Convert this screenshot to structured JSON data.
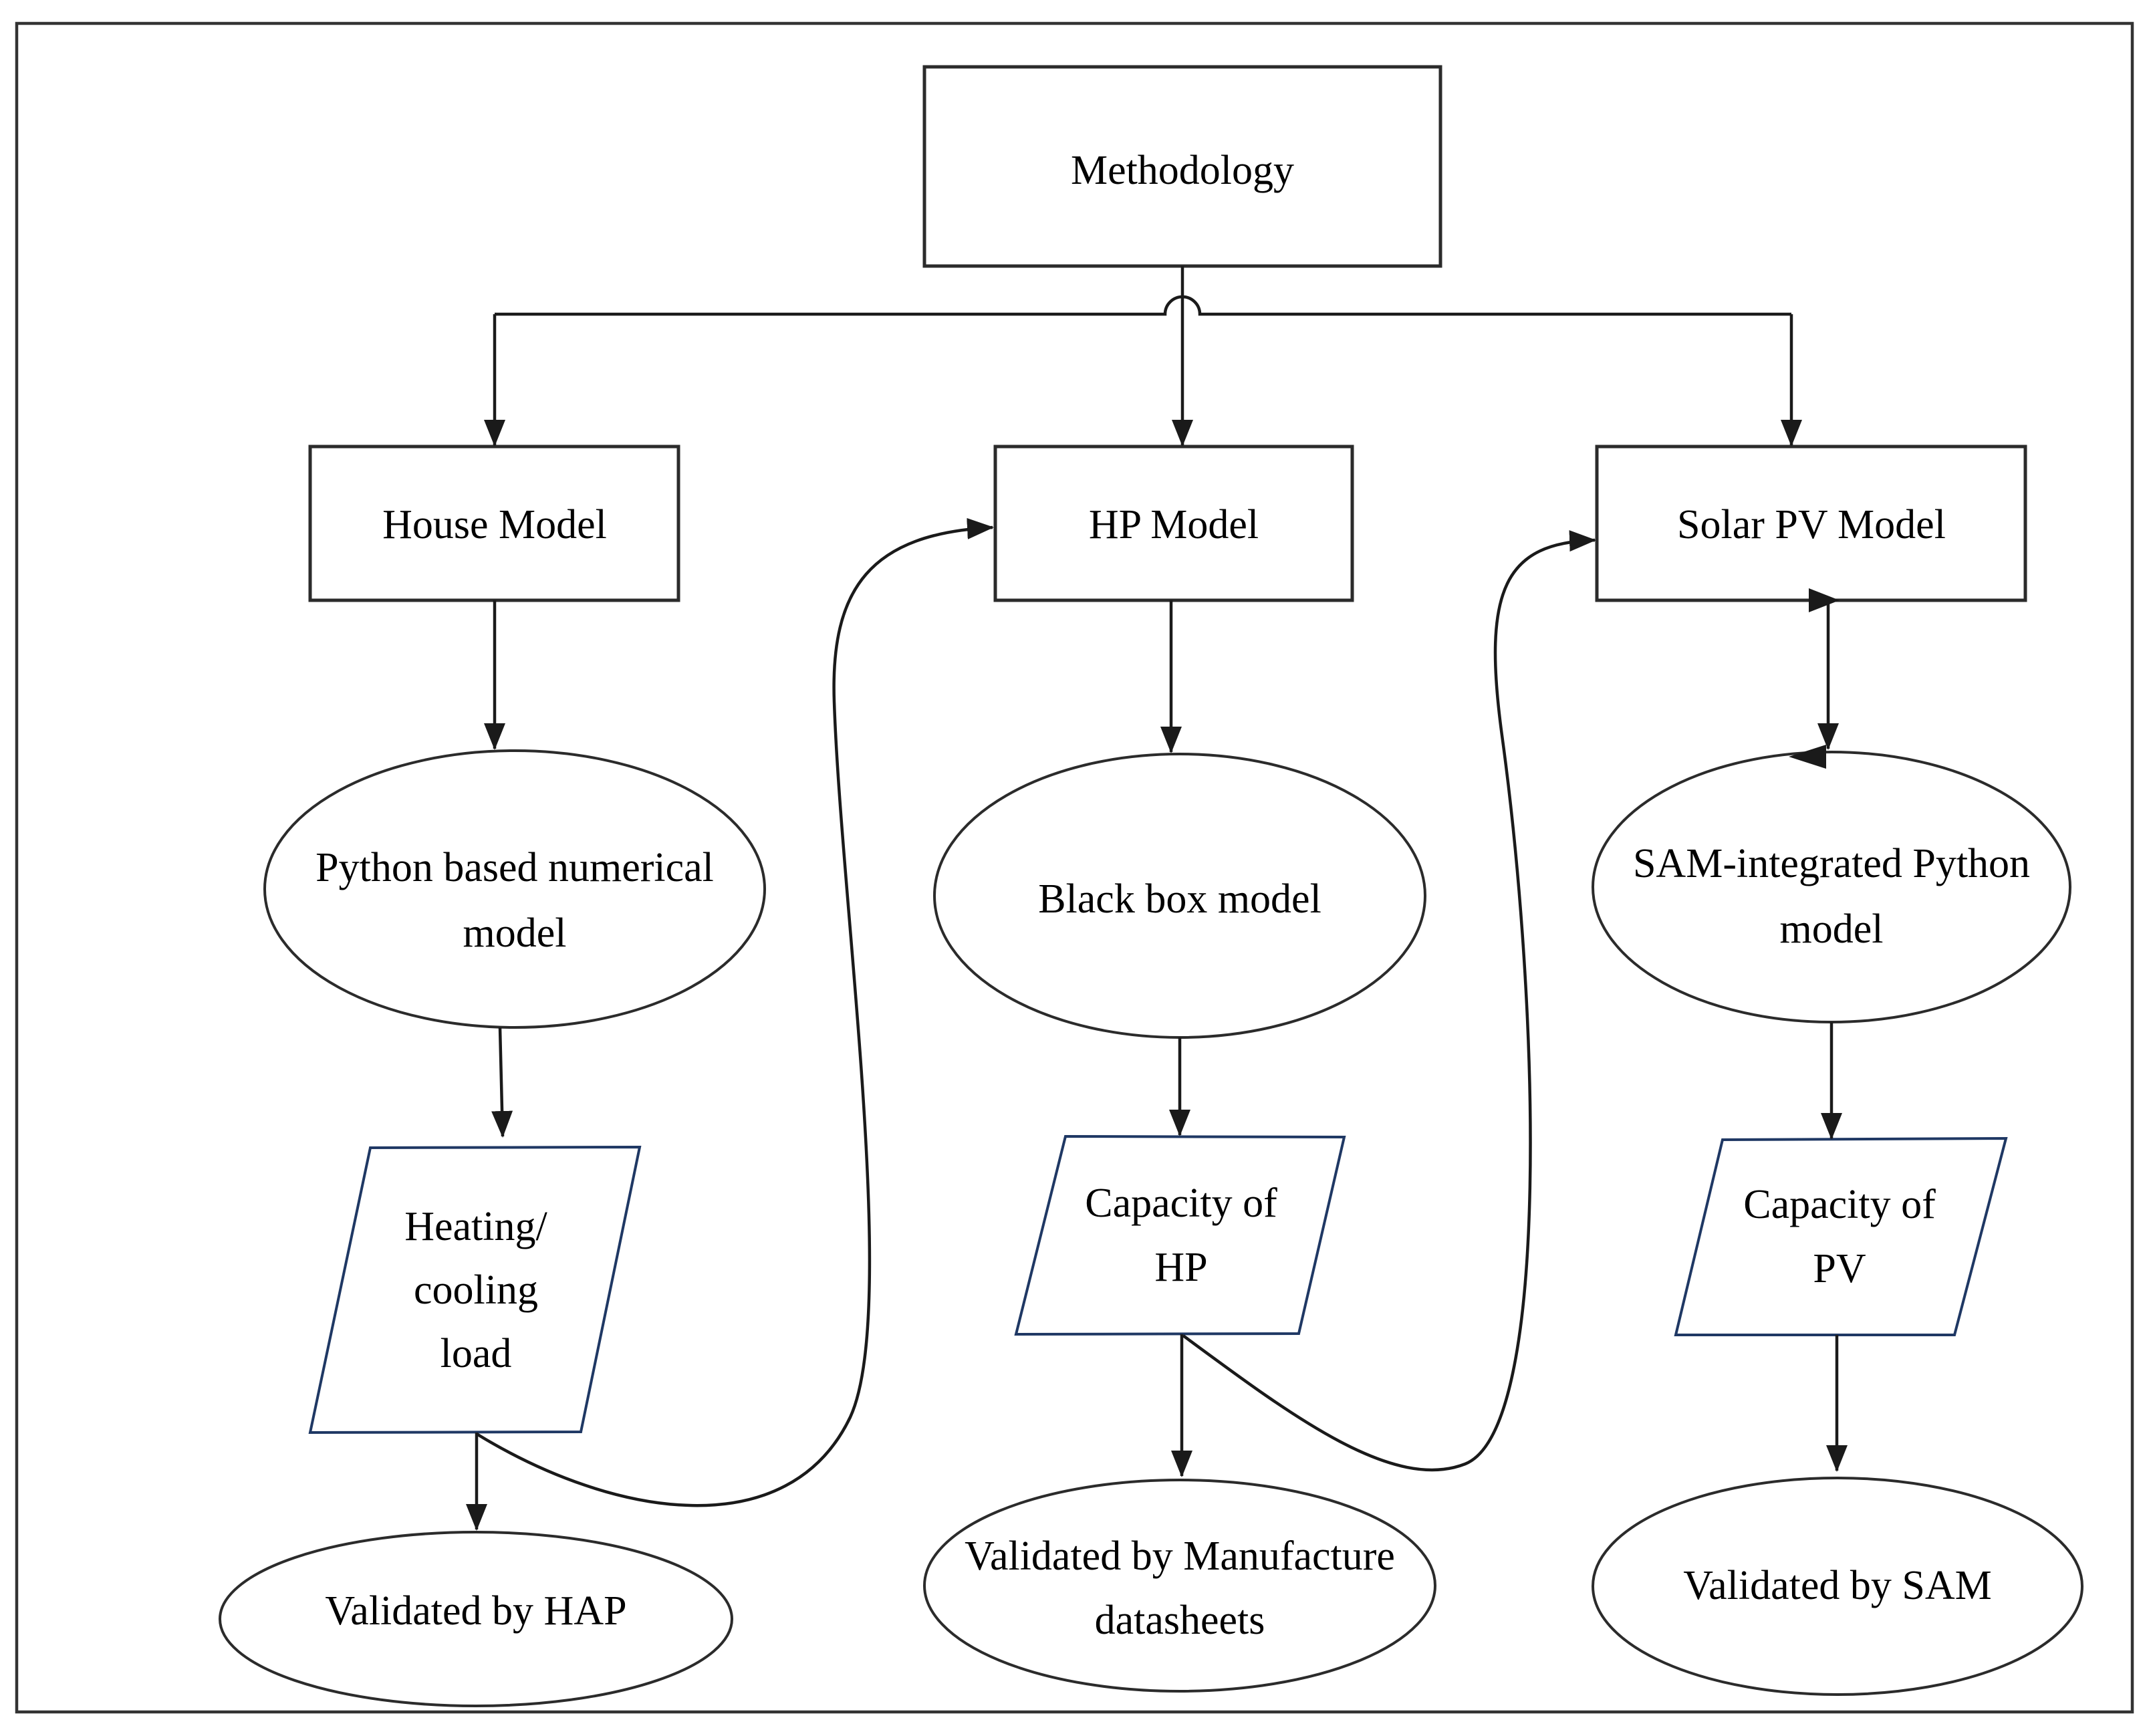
{
  "meta": {
    "background_color": "#ffffff",
    "line_color": "#1a1a1a",
    "shape_border_color": "#2b2b2b",
    "parallelogram_border_color": "#1f3864",
    "frame_color": "#333333",
    "text_color": "#000000"
  },
  "nodes": {
    "methodology": {
      "label": "Methodology"
    },
    "house_model": {
      "label": "House Model"
    },
    "hp_model": {
      "label": "HP Model"
    },
    "solar_pv_model": {
      "label": "Solar PV Model"
    },
    "python_numerical_model": {
      "line1": "Python based numerical",
      "line2": "model"
    },
    "black_box_model": {
      "label": "Black box model"
    },
    "sam_integrated_model": {
      "line1": "SAM-integrated Python",
      "line2": "model"
    },
    "heating_cooling_load": {
      "line1": "Heating/",
      "line2": "cooling",
      "line3": "load"
    },
    "capacity_of_hp": {
      "line1": "Capacity of",
      "line2": "HP"
    },
    "capacity_of_pv": {
      "line1": "Capacity of",
      "line2": "PV"
    },
    "validated_by_hap": {
      "label": "Validated by HAP"
    },
    "validated_by_manufacture": {
      "line1": "Validated by Manufacture",
      "line2": "datasheets"
    },
    "validated_by_sam": {
      "label": "Validated by SAM"
    }
  }
}
